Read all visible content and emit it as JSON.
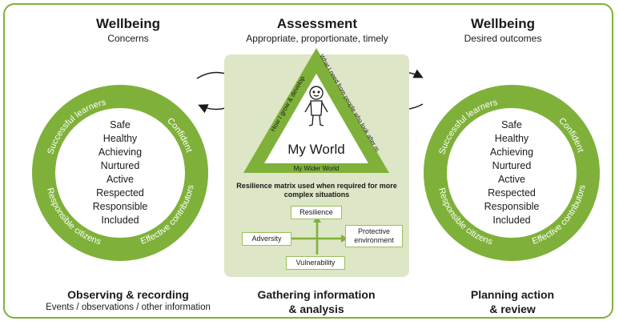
{
  "left": {
    "title": "Wellbeing",
    "subtitle": "Concerns",
    "ring_labels": [
      "Successful learners",
      "Confident",
      "Responsible citizens",
      "Effective contributors"
    ],
    "indicators": [
      "Safe",
      "Healthy",
      "Achieving",
      "Nurtured",
      "Active",
      "Respected",
      "Responsible",
      "Included"
    ],
    "bottom_title": "Observing & recording",
    "bottom_subtitle": "Events / observations / other information"
  },
  "center": {
    "title": "Assessment",
    "subtitle": "Appropriate, proportionate, timely",
    "triangle_left": "How I grow & develop",
    "triangle_right": "What I need from people who look after me",
    "triangle_bottom": "My Wider World",
    "triangle_center": "My World",
    "resilience_note": "Resilience matrix used when required for more complex situations",
    "matrix": {
      "top": "Resilience",
      "left": "Adversity",
      "right": "Protective environment",
      "bottom": "Vulnerability"
    },
    "bottom_title_1": "Gathering information",
    "bottom_title_2": "& analysis"
  },
  "right": {
    "title": "Wellbeing",
    "subtitle": "Desired outcomes",
    "ring_labels": [
      "Successful learners",
      "Confident",
      "Responsible citizens",
      "Effective contributors"
    ],
    "indicators": [
      "Safe",
      "Healthy",
      "Achieving",
      "Nurtured",
      "Active",
      "Respected",
      "Responsible",
      "Included"
    ],
    "bottom_title_1": "Planning action",
    "bottom_title_2": "& review"
  },
  "colors": {
    "green": "#7fb13a",
    "panel": "#dde6c6",
    "dark_green": "#5f8f2a"
  }
}
